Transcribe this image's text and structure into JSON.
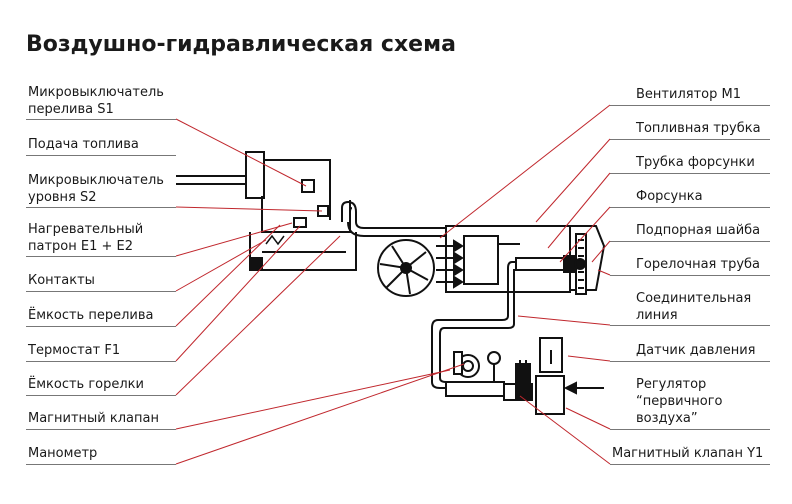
{
  "title": "Воздушно-гидравлическая схема",
  "accent_color": "#c0272d",
  "labels": {
    "s1": "Микровыключатель\nперелива S1",
    "fuel_supply": "Подача топлива",
    "s2": "Микровыключатель\nуровня S2",
    "heater": "Нагревательный\nпатрон E1 + E2",
    "contacts": "Контакты",
    "overflow_tank": "Ёмкость перелива",
    "thermostat": "Термостат F1",
    "burner_tank": "Ёмкость горелки",
    "solenoid": "Магнитный клапан",
    "gauge": "Манометр",
    "fan": "Вентилятор M1",
    "fuel_tube": "Топливная трубка",
    "nozzle_tube": "Трубка форсунки",
    "nozzle": "Форсунка",
    "retaining_disc": "Подпорная шайба",
    "burner_tube": "Горелочная труба",
    "connecting_line": "Соединительная\nлиния",
    "pressure_sensor": "Датчик давления",
    "primary_air": "Регулятор\n“первичного\nвоздуха”",
    "solenoid_y1": "Магнитный клапан Y1"
  }
}
